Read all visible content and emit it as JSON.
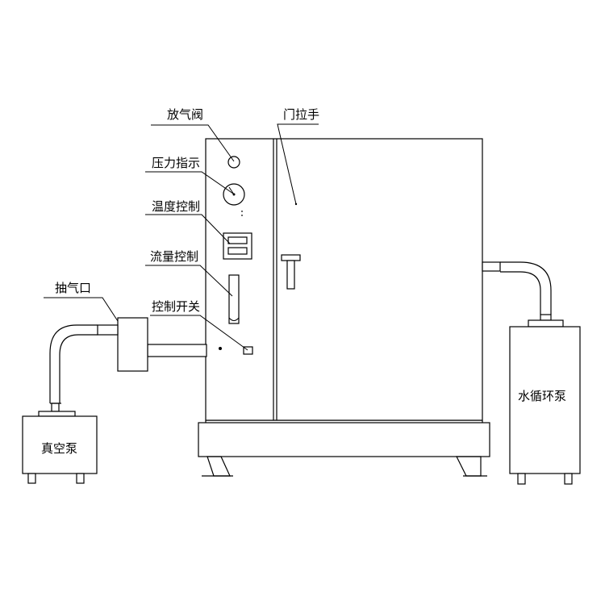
{
  "labels": {
    "vent_valve": "放气阀",
    "pressure_indicator": "压力指示",
    "temperature_control": "温度控制",
    "flow_control": "流量控制",
    "control_switch": "控制开关",
    "door_handle": "门拉手",
    "suction_port": "抽气口",
    "vacuum_pump": "真空泵",
    "water_circulation_pump": "水循环泵"
  },
  "colors": {
    "line": "#000000",
    "background": "#ffffff"
  }
}
